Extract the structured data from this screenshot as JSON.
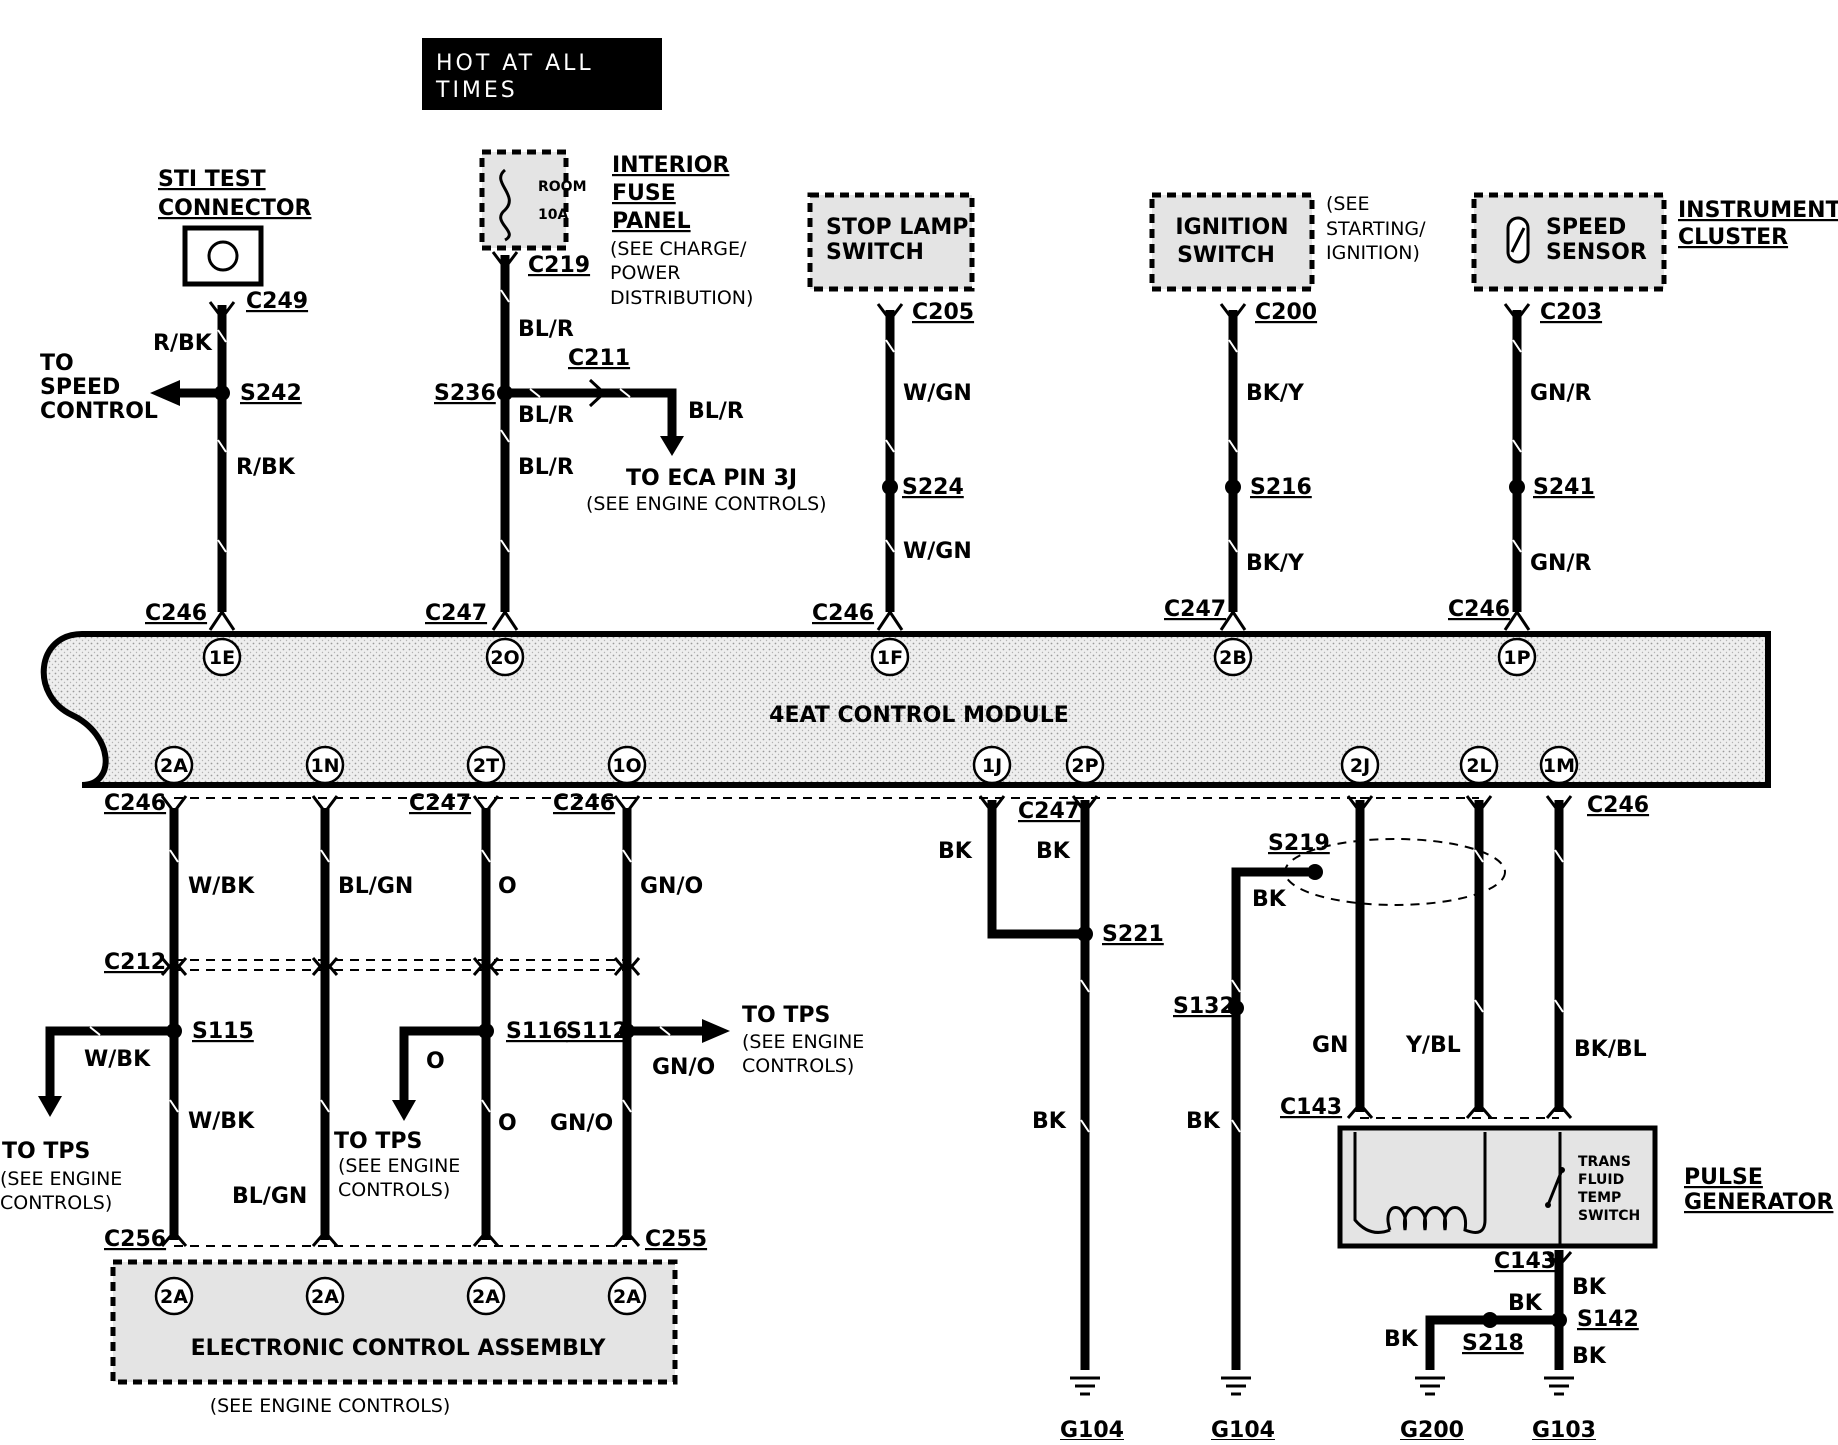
{
  "header": {
    "hot_line1": "HOT AT ALL",
    "hot_line2": "TIMES"
  },
  "module": {
    "name": "4EAT CONTROL MODULE"
  },
  "components": {
    "sti_line1": "STI TEST",
    "sti_line2": "CONNECTOR",
    "fuse_room": "ROOM",
    "fuse_amp": "10A",
    "fuse_panel_1": "INTERIOR",
    "fuse_panel_2": "FUSE",
    "fuse_panel_3": "PANEL",
    "fuse_note_1": "(SEE CHARGE/",
    "fuse_note_2": "POWER",
    "fuse_note_3": "DISTRIBUTION)",
    "stop_line1": "STOP LAMP",
    "stop_line2": "SWITCH",
    "ign_line1": "IGNITION",
    "ign_line2": "SWITCH",
    "ign_note_1": "(SEE",
    "ign_note_2": "STARTING/",
    "ign_note_3": "IGNITION)",
    "speed_line1": "SPEED",
    "speed_line2": "SENSOR",
    "cluster_1": "INSTRUMENT",
    "cluster_2": "CLUSTER",
    "eca": "ELECTRONIC CONTROL ASSEMBLY",
    "eca_note": "(SEE ENGINE CONTROLS)",
    "pulse_1": "PULSE",
    "pulse_2": "GENERATOR",
    "trans_1": "TRANS",
    "trans_2": "FLUID",
    "trans_3": "TEMP",
    "trans_4": "SWITCH"
  },
  "notes": {
    "to_speed_1": "TO",
    "to_speed_2": "SPEED",
    "to_speed_3": "CONTROL",
    "to_eca_1": "TO ECA PIN 3J",
    "to_eca_2": "(SEE ENGINE CONTROLS)",
    "tps_a_1": "TO TPS",
    "tps_a_2": "(SEE ENGINE",
    "tps_a_3": "CONTROLS)",
    "tps_b_1": "TO TPS",
    "tps_b_2": "(SEE ENGINE",
    "tps_b_3": "CONTROLS)",
    "tps_c_1": "TO TPS",
    "tps_c_2": "(SEE ENGINE",
    "tps_c_3": "CONTROLS)"
  },
  "connectors": {
    "c249": "C249",
    "c219": "C219",
    "c211": "C211",
    "c205": "C205",
    "c200": "C200",
    "c203": "C203",
    "top_c246_1": "C246",
    "top_c247_1": "C247",
    "top_c246_2": "C246",
    "top_c247_2": "C247",
    "top_c246_3": "C246",
    "bot_c246_1": "C246",
    "bot_c247_1": "C247",
    "bot_c246_2": "C246",
    "bot_c247_2": "C247",
    "bot_c246_3": "C246",
    "c212": "C212",
    "c256": "C256",
    "c255": "C255",
    "c143_top": "C143",
    "c143_bot": "C143"
  },
  "splices": {
    "s242": "S242",
    "s236": "S236",
    "s224": "S224",
    "s216": "S216",
    "s241": "S241",
    "s115": "S115",
    "s116": "S116",
    "s112": "S112",
    "s221": "S221",
    "s219": "S219",
    "s132": "S132",
    "s142": "S142",
    "s218": "S218"
  },
  "grounds": {
    "g104a": "G104",
    "g104b": "G104",
    "g200": "G200",
    "g103": "G103"
  },
  "wires": {
    "rbk1": "R/BK",
    "rbk2": "R/BK",
    "blr1": "BL/R",
    "blr2": "BL/R",
    "blr3": "BL/R",
    "blr4": "BL/R",
    "wgn1": "W/GN",
    "wgn2": "W/GN",
    "bky1": "BK/Y",
    "bky2": "BK/Y",
    "gnr1": "GN/R",
    "gnr2": "GN/R",
    "wbk1": "W/BK",
    "wbk2": "W/BK",
    "wbk3": "W/BK",
    "blgn1": "BL/GN",
    "blgn2": "BL/GN",
    "o1": "O",
    "o2": "O",
    "o3": "O",
    "gno1": "GN/O",
    "gno2": "GN/O",
    "gno3": "GN/O",
    "bk1": "BK",
    "bk2": "BK",
    "bk3": "BK",
    "bk4": "BK",
    "bk5": "BK",
    "bk6": "BK",
    "bk7": "BK",
    "bk8": "BK",
    "bk9": "BK",
    "gn": "GN",
    "ybl": "Y/BL",
    "bkbl": "BK/BL"
  },
  "pins": {
    "top": [
      "1E",
      "2O",
      "1F",
      "2B",
      "1P"
    ],
    "bottom": [
      "2A",
      "1N",
      "2T",
      "1O",
      "1J",
      "2P",
      "2J",
      "2L",
      "1M"
    ],
    "eca": [
      "2A",
      "2A",
      "2A",
      "2A"
    ]
  }
}
